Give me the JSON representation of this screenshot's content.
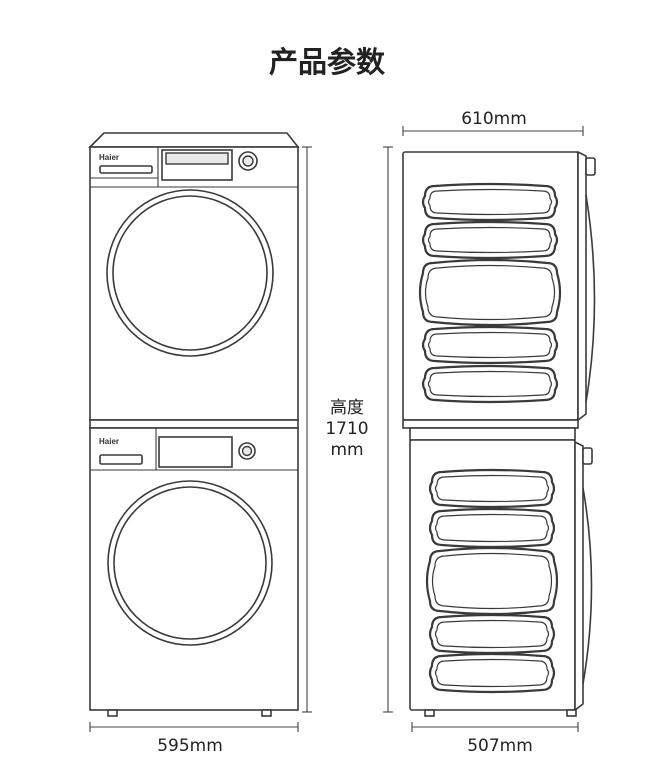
{
  "title": "产品参数",
  "front_view": {
    "brand_top": "Haier",
    "brand_bottom": "Haier",
    "width_label": "595mm"
  },
  "height_label": {
    "line1": "高度",
    "line2": "1710",
    "line3": "mm"
  },
  "side_view": {
    "depth_top_label": "610mm",
    "depth_bottom_label": "507mm"
  },
  "colors": {
    "line": "#3a3a3a",
    "text": "#222222",
    "background": "#ffffff"
  }
}
